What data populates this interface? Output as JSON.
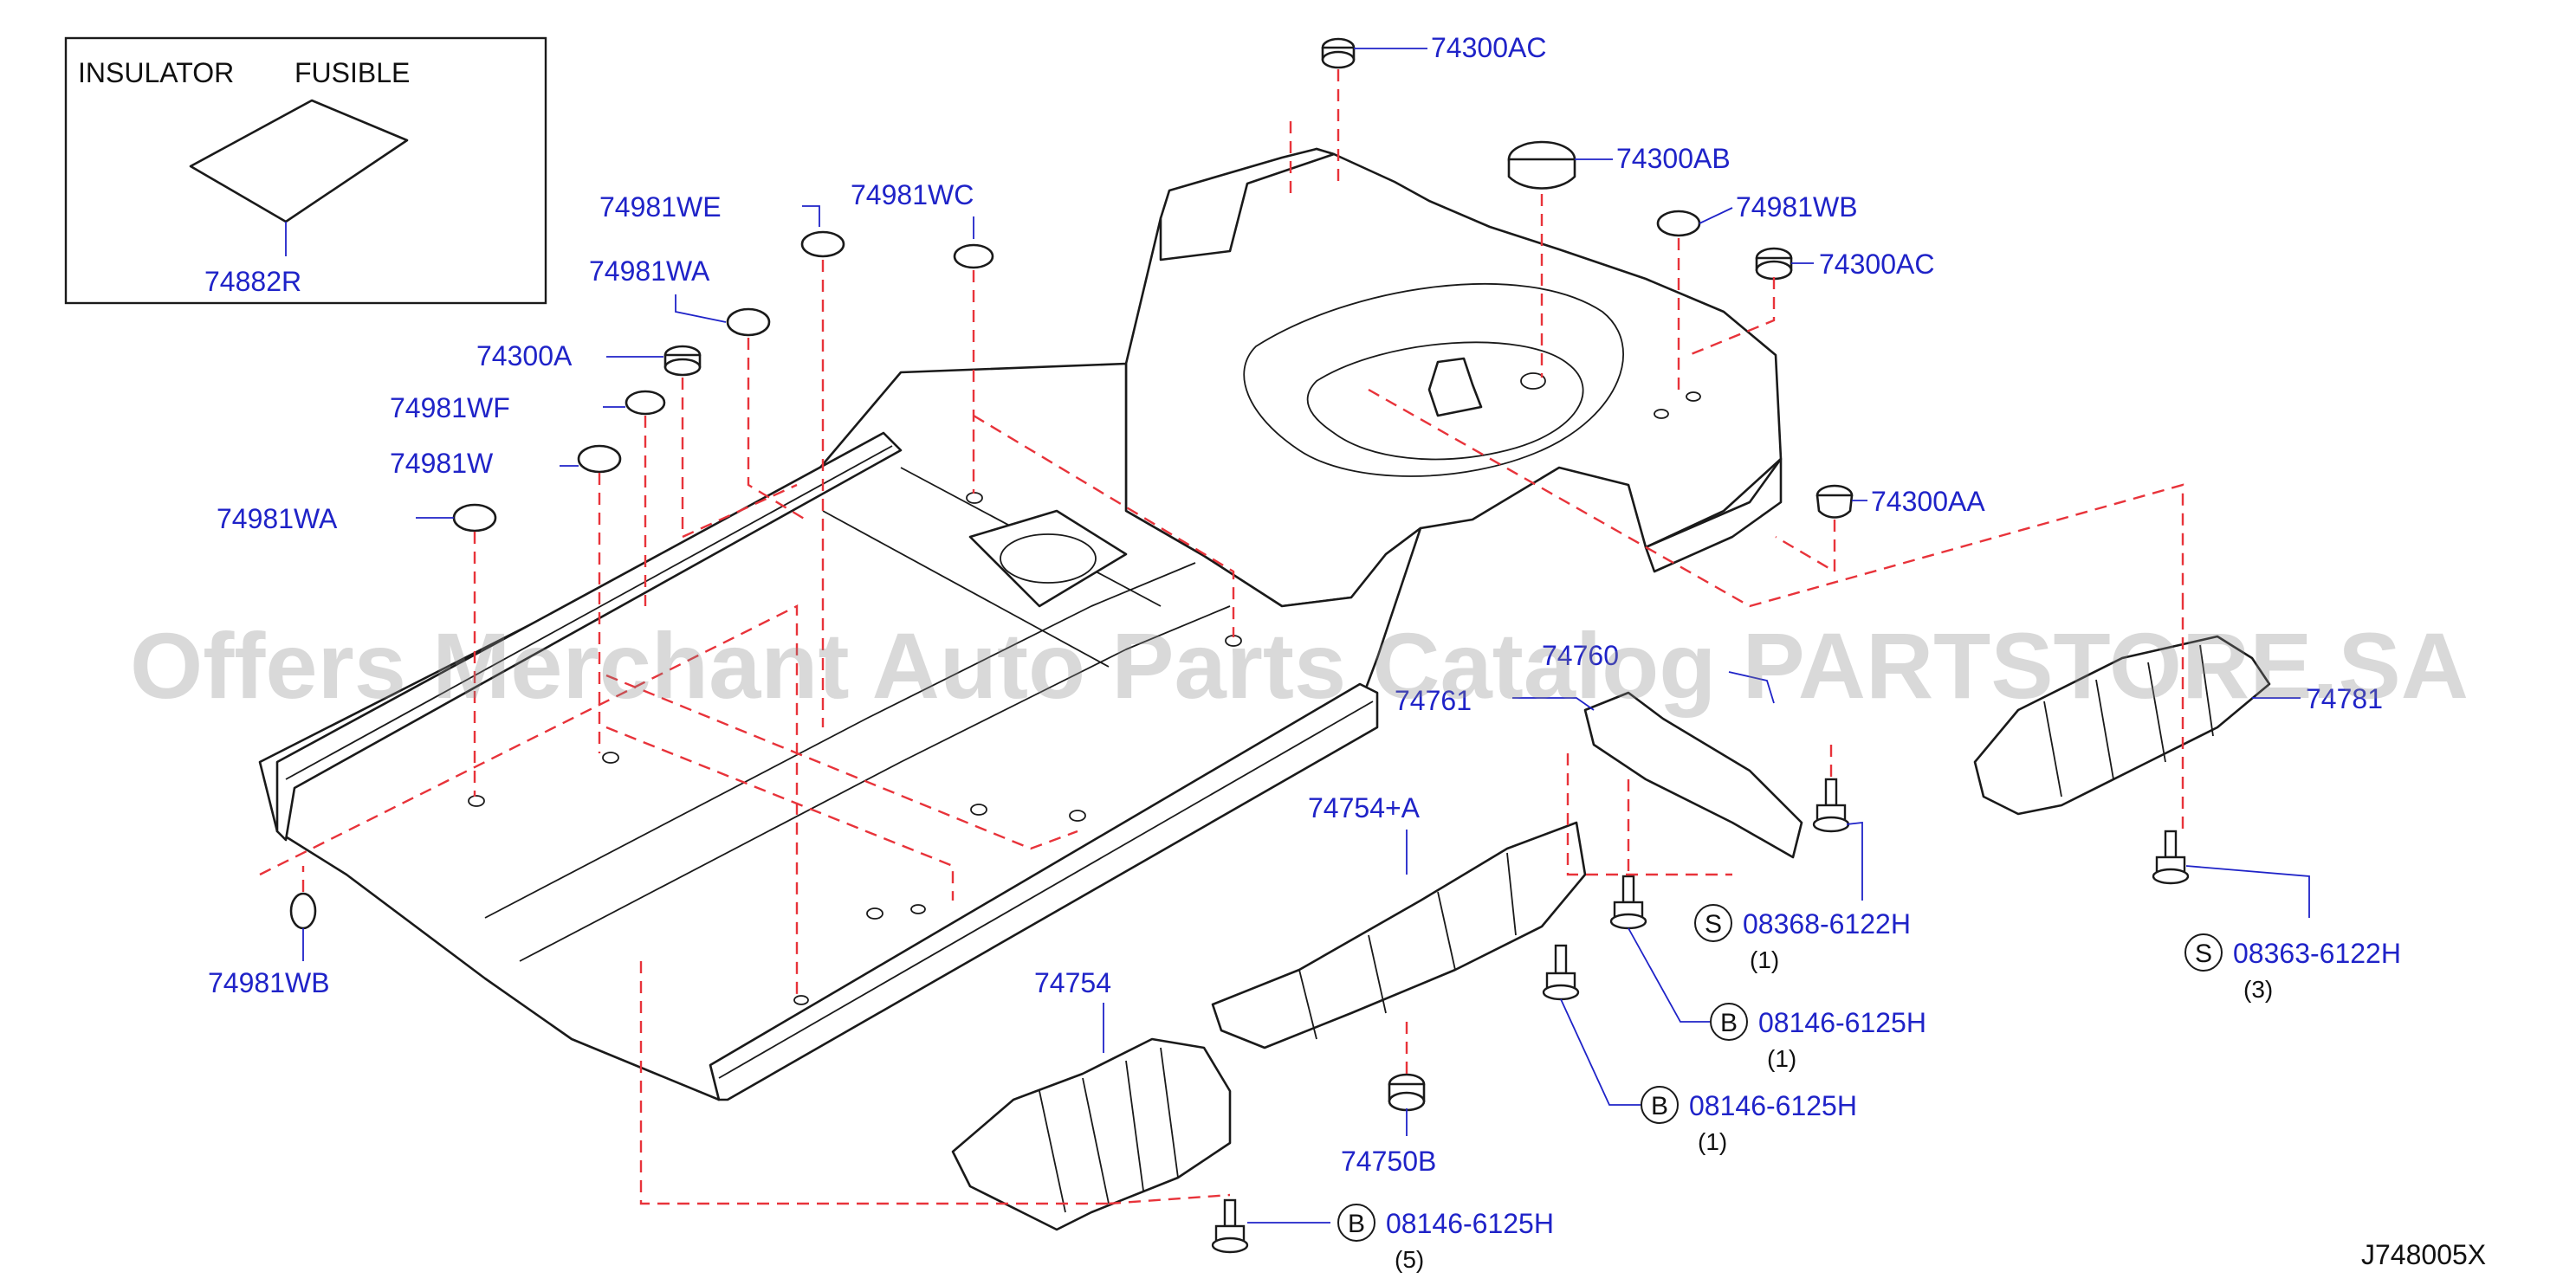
{
  "inset": {
    "title_left": "INSULATOR",
    "title_right": "FUSIBLE",
    "part": "74882R"
  },
  "watermark": "Offers Merchant Auto Parts Catalog PARTSTORE.SA",
  "drawing_id": "J748005X",
  "labels": {
    "p74300AC_top": "74300AC",
    "p74300AB": "74300AB",
    "p74981WB_right": "74981WB",
    "p74300AC_right": "74300AC",
    "p74300AA": "74300AA",
    "p74981WE": "74981WE",
    "p74981WC": "74981WC",
    "p74981WA_upper": "74981WA",
    "p74300A": "74300A",
    "p74981WF": "74981WF",
    "p74981W": "74981W",
    "p74981WA_lower": "74981WA",
    "p74981WB_left": "74981WB",
    "p74761": "74761",
    "p74760": "74760",
    "p74781": "74781",
    "p74754A": "74754+A",
    "p74754": "74754",
    "p74750B": "74750B"
  },
  "fasteners": [
    {
      "badge": "S",
      "part": "08368-6122H",
      "qty": "(1)"
    },
    {
      "badge": "S",
      "part": "08363-6122H",
      "qty": "(3)"
    },
    {
      "badge": "B",
      "part": "08146-6125H",
      "qty": "(1)"
    },
    {
      "badge": "B",
      "part": "08146-6125H",
      "qty": "(1)"
    },
    {
      "badge": "B",
      "part": "08146-6125H",
      "qty": "(5)"
    }
  ]
}
